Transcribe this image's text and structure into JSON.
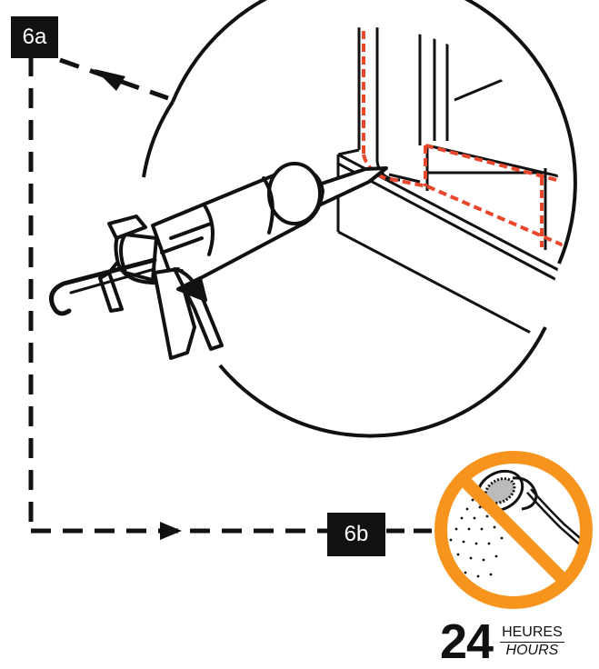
{
  "steps": {
    "step_a": "6a",
    "step_b": "6b"
  },
  "no_shower": {
    "number": "24",
    "unit_fr": "HEURES",
    "unit_en": "HOURS",
    "icon": "no-shower-icon"
  },
  "colors": {
    "caulk_line": "#e8472c",
    "prohibition": "#f7941d",
    "ink": "#111111"
  },
  "icons": [
    "caulking-gun-icon",
    "shower-head-icon",
    "prohibition-sign-icon",
    "arrow-icon"
  ]
}
